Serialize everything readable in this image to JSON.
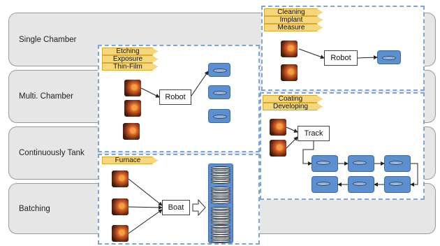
{
  "rows": {
    "single": "Single Chamber",
    "multi": "Multi. Chamber",
    "tank": "Continuously Tank",
    "batching": "Batching"
  },
  "single_panel": {
    "tags": [
      "Cleaning",
      "Implant",
      "Measure"
    ],
    "robot": "Robot"
  },
  "multi_panel": {
    "tags": [
      "Etching",
      "Exposure",
      "Thin-Film"
    ],
    "robot": "Robot"
  },
  "tank_panel": {
    "tags": [
      "Coating",
      "Developing"
    ],
    "track": "Track"
  },
  "batch_panel": {
    "tags": [
      "Furnace"
    ],
    "boat": "Boat"
  },
  "colors": {
    "panel_border": "#7aa7d6",
    "tag": "#f6d77c",
    "wafer": "#5b8fcf",
    "band": "#e6e6e6"
  },
  "icons": {
    "machine": "process-tool-icon",
    "wafer": "wafer-carrier-icon"
  }
}
